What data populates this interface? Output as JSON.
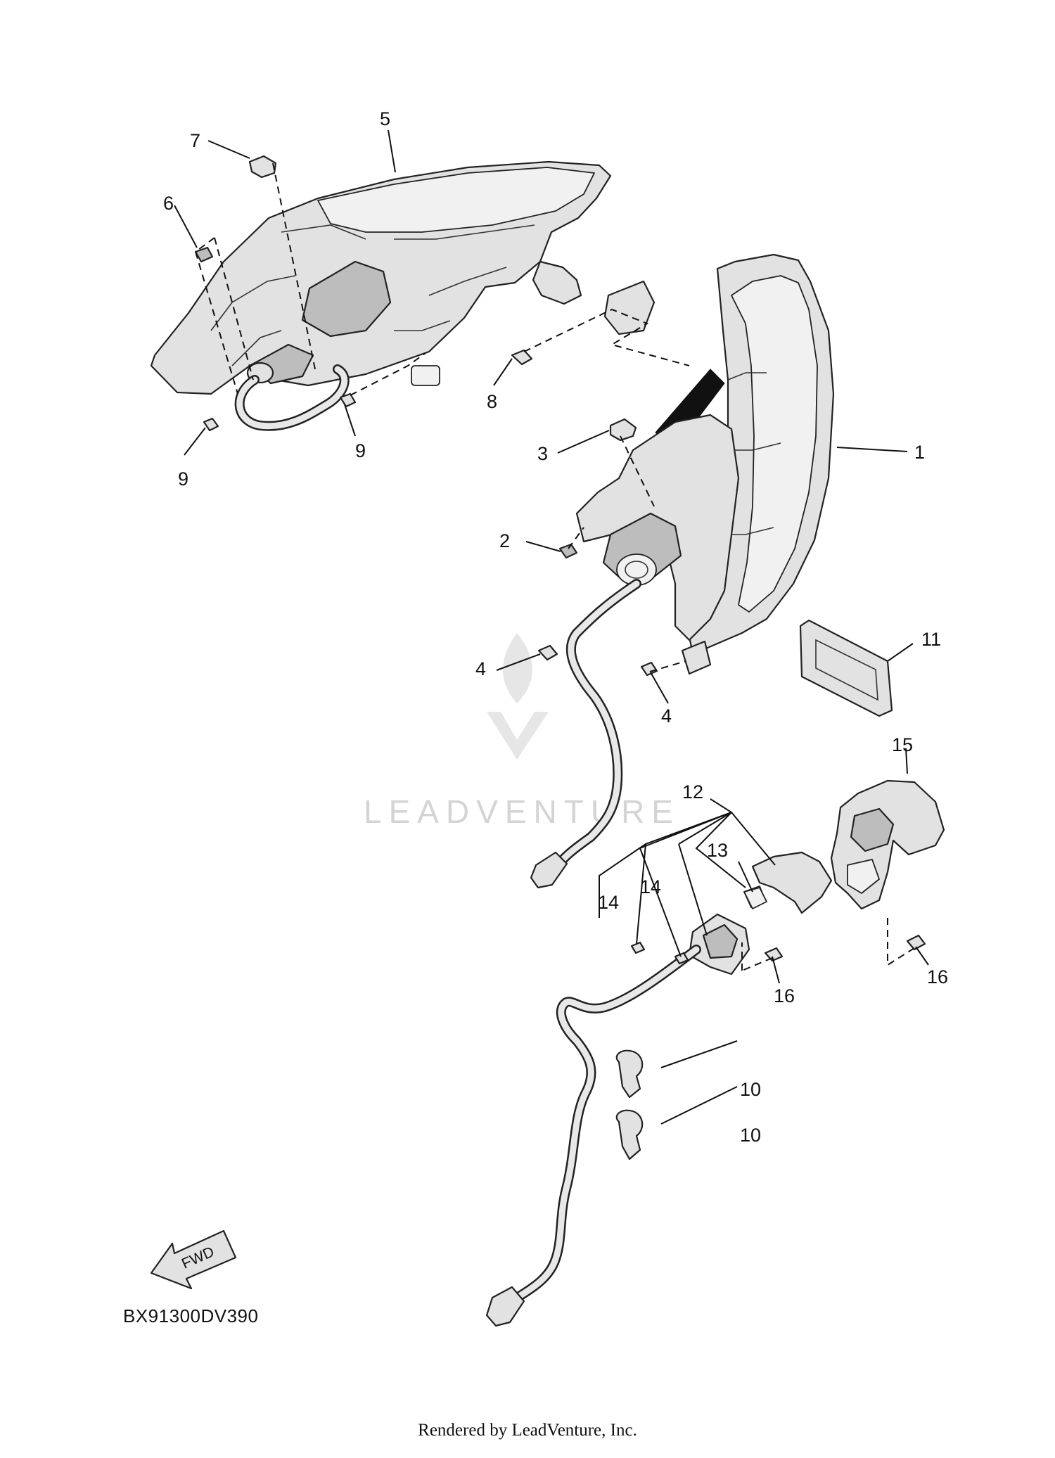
{
  "diagram_code": "BX91300DV390",
  "direction_arrow_label": "FWD",
  "watermark": "LEADVENTURE",
  "footer": "Rendered by LeadVenture, Inc.",
  "callouts": {
    "c1": "1",
    "c2": "2",
    "c3": "3",
    "c4a": "4",
    "c4b": "4",
    "c5": "5",
    "c6": "6",
    "c7": "7",
    "c8": "8",
    "c9a": "9",
    "c9b": "9",
    "c10a": "10",
    "c10b": "10",
    "c11": "11",
    "c12": "12",
    "c13": "13",
    "c14a": "14",
    "c14b": "14",
    "c15": "15",
    "c16a": "16",
    "c16b": "16"
  }
}
